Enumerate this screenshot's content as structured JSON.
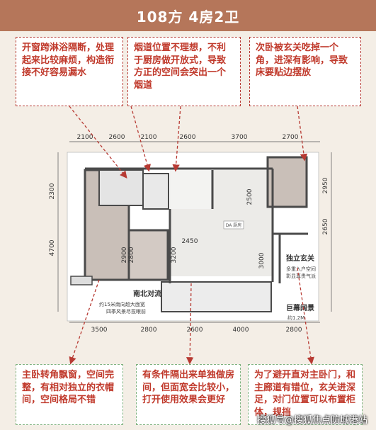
{
  "title": "108方  4房2卫",
  "notes_top": [
    "开窗跨淋浴隔断，处理起来比较麻烦，构造衔接不好容易漏水",
    "烟道位置不理想，不利于厨房做开放式，导致方正的空间会突出一个烟道",
    "次卧被玄关吃掉一个角，进深有影响，导致床要贴边摆放"
  ],
  "notes_bottom": [
    "主卧转角飘窗，空间完整，有相对独立的衣帽间，空间格局不错",
    "有条件隔出来单独做房间，但面宽会比较小，打开使用效果会更好",
    "为了避开直对主卧门，和主廊道有错位，玄关进深足，对门位置可以布置柜体，规挡"
  ],
  "dims_top": [
    "2100",
    "2600",
    "2100",
    "2600",
    "3700",
    "2700"
  ],
  "dims_bottom": [
    "3500",
    "2800",
    "2600",
    "4000",
    "2800"
  ],
  "dims_left": [
    "2300",
    "4700"
  ],
  "dims_right": [
    "2950",
    "2650"
  ],
  "dims_inner": [
    "2900",
    "2800",
    "3200",
    "2450",
    "2500",
    "3000"
  ],
  "labels": {
    "north_south": "南北对流",
    "north_south_desc1": "约15米南向超大面宽",
    "north_south_desc2": "四季风景尽揽眼前",
    "foyer": "独立玄关",
    "foyer_desc1": "多重入户空间",
    "foyer_desc2": "彰显尊贵气派",
    "landscape": "巨幕阔景",
    "landscape_desc": "约1.2M",
    "dining_tag": "DA 厨房"
  },
  "watermark": "搜狐号@搜狐焦点防城港站",
  "colors": {
    "banner": "#b5765a",
    "note_border_top": "#b73a33",
    "note_border_bottom": "#7fb27f",
    "note_text": "#c0392b",
    "wall": "#4a4a4a",
    "bedroom_fill": "#c9bfb8",
    "floor_fill": "#ecebe8",
    "arrow": "#b73a33"
  }
}
